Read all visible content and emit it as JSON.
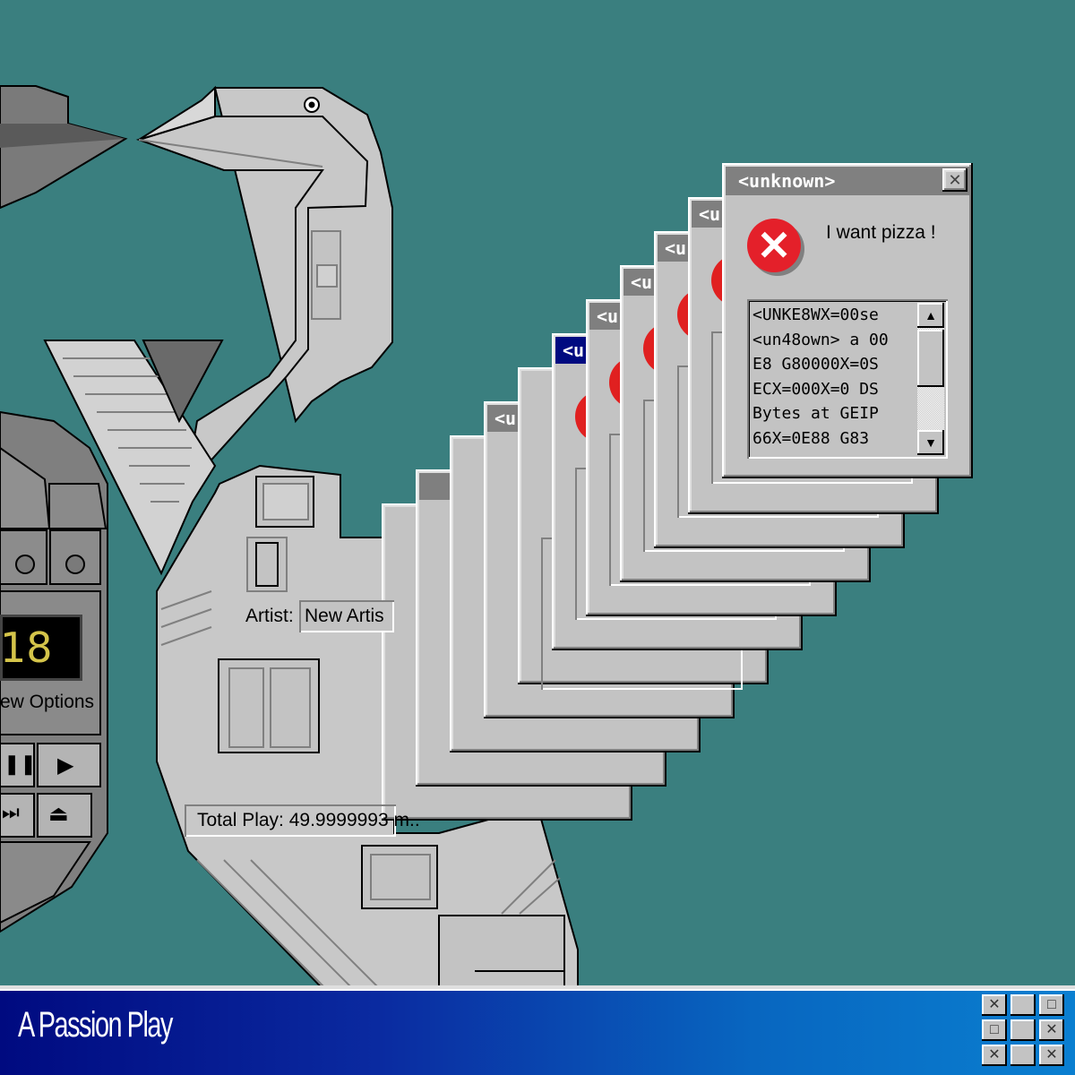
{
  "dialog": {
    "title": "<unknown>",
    "close_glyph": "✕",
    "error_glyph": "✕",
    "message": "I want pizza !",
    "log_lines": [
      "<UNKE8WX=00se",
      "<un48own> a 00",
      "E8 G80000X=0S",
      "ECX=000X=0 DS",
      "Bytes at GEIP",
      "66X=0E88 G83"
    ],
    "scroll_up": "▲",
    "scroll_down": "▼",
    "stack_title_fragment": "<u"
  },
  "player": {
    "lcd_value": "18",
    "view_options_label": "ew Options",
    "pause_glyph": "❚❚",
    "play_glyph": "▶",
    "next_glyph": "⏭",
    "eject_glyph": "⏏",
    "artist_label": "Artist:",
    "artist_value": "New Artis",
    "total_play": "Total Play: 49.9999993 m.."
  },
  "taskbar": {
    "title": "A Passion Play",
    "buttons": [
      "✕",
      "",
      "□",
      "□",
      "",
      "✕",
      "✕",
      "",
      "✕"
    ]
  },
  "colors": {
    "desktop": "#3a7f7f",
    "chrome": "#c3c3c3",
    "active_title": "#000a80",
    "error_red": "#e4202a"
  }
}
